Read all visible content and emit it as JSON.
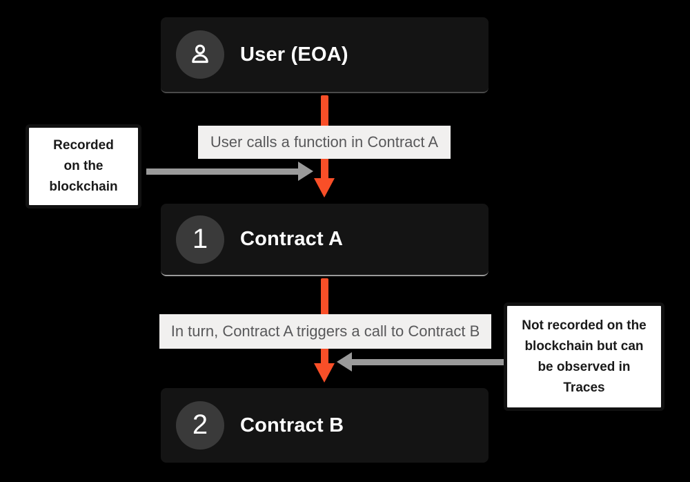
{
  "colors": {
    "background": "#000000",
    "node_bg": "#141414",
    "node_circle": "#3a3a3a",
    "node_text": "#ffffff",
    "arrow_accent": "#f94f28",
    "arrow_gray": "#9a9a9a",
    "label_bg": "#f1f0ef",
    "label_text": "#58585a",
    "note_bg": "#ffffff",
    "note_border": "#111111",
    "note_text": "#1a1a1a"
  },
  "nodes": [
    {
      "title": "User (EOA)",
      "badge": ""
    },
    {
      "title": "Contract A",
      "badge": "1"
    },
    {
      "title": "Contract B",
      "badge": "2"
    }
  ],
  "edge_labels": [
    "User calls a function in Contract A",
    "In turn, Contract A triggers a call to Contract B"
  ],
  "notes": {
    "left": "Recorded\non the\nblockchain",
    "right": "Not recorded on the\nblockchain but can\nbe observed in\nTraces"
  }
}
